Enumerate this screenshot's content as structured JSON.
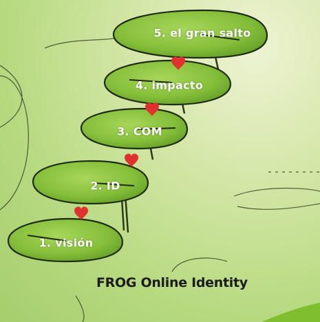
{
  "steps": [
    {
      "label": "1. visión"
    },
    {
      "label": "2. ID"
    },
    {
      "label": "3. COM"
    },
    {
      "label": "4. impacto"
    },
    {
      "label": "5. el gran salto"
    }
  ],
  "brand": {
    "text": "FROG Online Identity"
  },
  "colors": {
    "pad_fill": "#8ec63f",
    "pad_edge": "#1f2a12",
    "heart": "#e0312e",
    "background": "#b6d97f"
  },
  "icons": [
    "heart-icon",
    "lily-pad"
  ]
}
